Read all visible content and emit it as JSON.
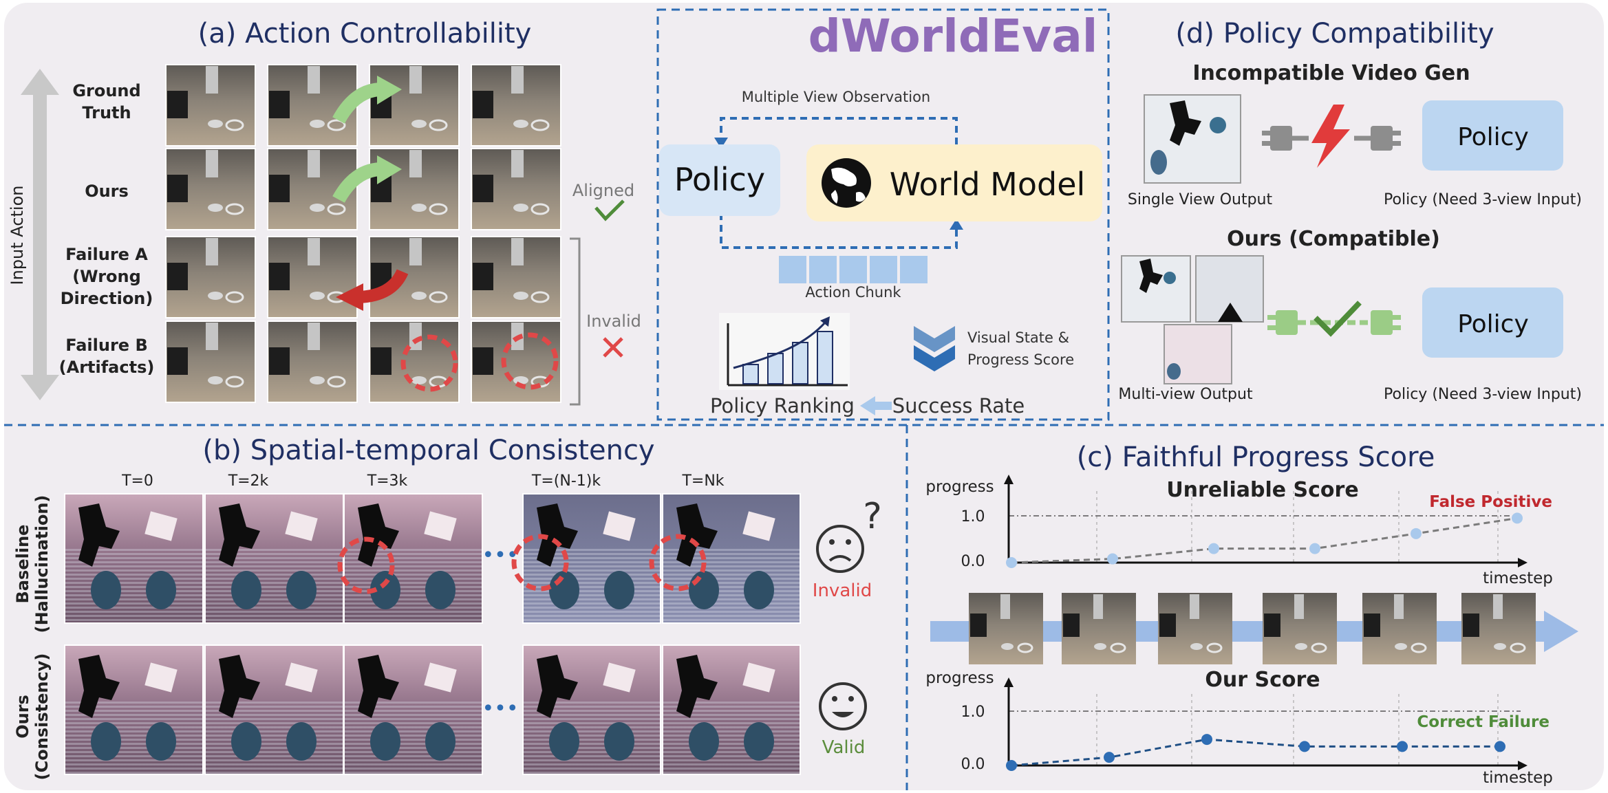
{
  "title": "dWorldEval",
  "colors": {
    "panel_bg": "#f0edf1",
    "title_purple": "#8f6bb8",
    "section_title": "#1f2f63",
    "dash_blue": "#2e6db4",
    "policy_box": "#d7e6f6",
    "world_model_box": "#fdf0cc",
    "chunk_blue": "#a9c9ec",
    "red": "#e04848",
    "green": "#4f8c3a",
    "dark_red": "#c0282e",
    "arrow_green": "#9ed38a",
    "plug_gray": "#8d8d8d",
    "plug_green": "#9bcc86",
    "timeline_blue": "#9dbbe6"
  },
  "panel_a": {
    "title": "(a) Action Controllability",
    "axis_label": "Input Action",
    "rows": [
      {
        "label": "Ground\nTruth"
      },
      {
        "label": "Ours"
      },
      {
        "label": "Failure A\n(Wrong\nDirection)"
      },
      {
        "label": "Failure B\n(Artifacts)"
      }
    ],
    "aligned_label": "Aligned",
    "invalid_label": "Invalid"
  },
  "panel_center": {
    "observation_label": "Multiple View Observation",
    "policy_label": "Policy",
    "world_model_label": "World Model",
    "action_chunk_label": "Action Chunk",
    "visual_state_label": "Visual State &\nProgress Score",
    "success_rate_label": "Success Rate",
    "policy_ranking_label": "Policy Ranking",
    "ranking_bars": [
      0.35,
      0.55,
      0.75,
      0.95
    ]
  },
  "panel_d": {
    "title": "(d) Policy Compatibility",
    "incompatible_title": "Incompatible Video Gen",
    "single_view_label": "Single View Output",
    "policy_label": "Policy",
    "policy_need_label": "Policy (Need 3-view Input)",
    "compatible_title": "Ours (Compatible)",
    "multi_view_label": "Multi-view Output"
  },
  "panel_b": {
    "title": "(b) Spatial-temporal Consistency",
    "time_labels": [
      "T=0",
      "T=2k",
      "T=3k",
      "T=(N-1)k",
      "T=Nk"
    ],
    "rows": [
      {
        "label": "Baseline\n(Hallucination)",
        "status": "Invalid"
      },
      {
        "label": "Ours\n(Consistency)",
        "status": "Valid"
      }
    ]
  },
  "panel_c": {
    "title": "(c) Faithful Progress Score",
    "chart_data": [
      {
        "type": "line",
        "title": "Unreliable Score",
        "ylabel": "progress",
        "xlabel": "timestep",
        "yticks": [
          "1.0",
          "0.0"
        ],
        "ylim": [
          0,
          1
        ],
        "x": [
          0,
          1,
          2,
          3,
          4,
          5
        ],
        "values": [
          0.0,
          0.08,
          0.3,
          0.3,
          0.62,
          0.95
        ],
        "annotation": "False Positive"
      },
      {
        "type": "line",
        "title": "Our Score",
        "ylabel": "progress",
        "xlabel": "timestep",
        "yticks": [
          "1.0",
          "0.0"
        ],
        "ylim": [
          0,
          1
        ],
        "x": [
          0,
          1,
          2,
          3,
          4,
          5
        ],
        "values": [
          0.0,
          0.15,
          0.48,
          0.35,
          0.35,
          0.35
        ],
        "annotation": "Correct Failure"
      }
    ]
  }
}
